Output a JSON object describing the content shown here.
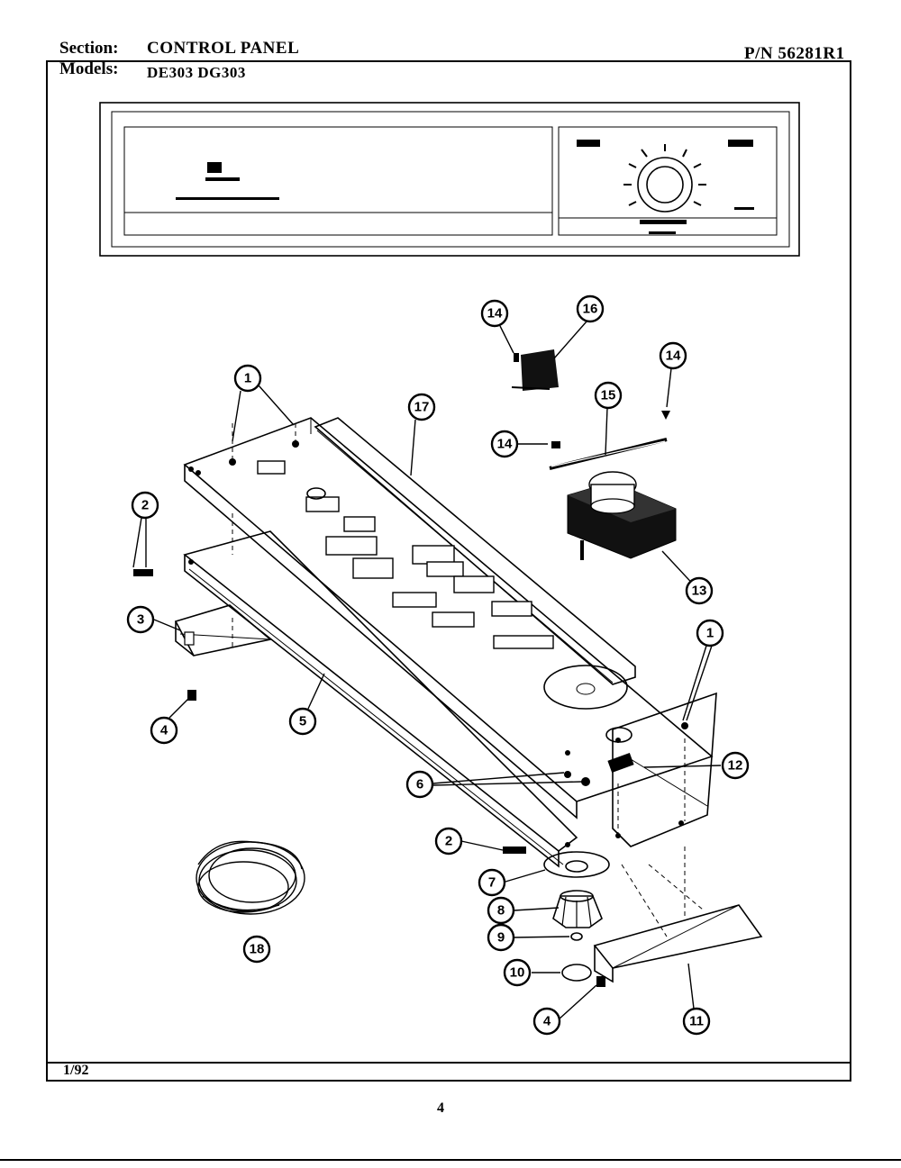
{
  "header": {
    "section_label": "Section:",
    "section_value": "CONTROL PANEL",
    "part_number": "P/N 56281R1",
    "models_label": "Models:",
    "models_value": "DE303 DG303"
  },
  "footer": {
    "date": "1/92",
    "page_number": "4"
  },
  "callouts": [
    {
      "id": "c14a",
      "label": "14"
    },
    {
      "id": "c16",
      "label": "16"
    },
    {
      "id": "c14b",
      "label": "14"
    },
    {
      "id": "c1a",
      "label": "1"
    },
    {
      "id": "c17",
      "label": "17"
    },
    {
      "id": "c15",
      "label": "15"
    },
    {
      "id": "c14c",
      "label": "14"
    },
    {
      "id": "c2a",
      "label": "2"
    },
    {
      "id": "c13",
      "label": "13"
    },
    {
      "id": "c3",
      "label": "3"
    },
    {
      "id": "c1b",
      "label": "1"
    },
    {
      "id": "c4a",
      "label": "4"
    },
    {
      "id": "c5",
      "label": "5"
    },
    {
      "id": "c12",
      "label": "12"
    },
    {
      "id": "c6",
      "label": "6"
    },
    {
      "id": "c2b",
      "label": "2"
    },
    {
      "id": "c7",
      "label": "7"
    },
    {
      "id": "c8",
      "label": "8"
    },
    {
      "id": "c9",
      "label": "9"
    },
    {
      "id": "c18",
      "label": "18"
    },
    {
      "id": "c10",
      "label": "10"
    },
    {
      "id": "c4b",
      "label": "4"
    },
    {
      "id": "c11",
      "label": "11"
    }
  ]
}
